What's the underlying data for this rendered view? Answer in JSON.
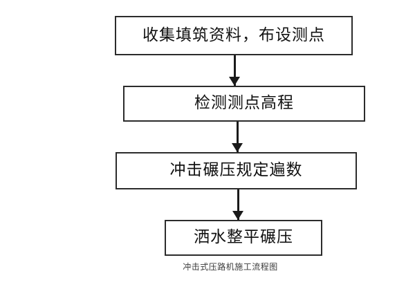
{
  "diagram": {
    "caption": "冲击式压路机施工流程图",
    "orientation": "top-to-bottom",
    "background_color": "#ffffff",
    "node_border_color": "#2b2b2b",
    "arrow_color": "#1a1a1a",
    "nodes": [
      {
        "id": "node-1",
        "label": "收集填筑资料，布设测点",
        "shape": "rectangle",
        "step": 1
      },
      {
        "id": "node-2",
        "label": "检测测点高程",
        "shape": "rectangle",
        "step": 2
      },
      {
        "id": "node-3",
        "label": "冲击碾压规定遍数",
        "shape": "rectangle",
        "step": 3
      },
      {
        "id": "node-4",
        "label": "洒水整平碾压",
        "shape": "rectangle",
        "step": 4
      }
    ],
    "edges": [
      {
        "id": "arrow-1",
        "from": "node-1",
        "to": "node-2",
        "style": "solid",
        "arrowhead": "filled-triangle"
      },
      {
        "id": "arrow-2",
        "from": "node-2",
        "to": "node-3",
        "style": "solid",
        "arrowhead": "filled-triangle"
      },
      {
        "id": "arrow-3",
        "from": "node-3",
        "to": "node-4",
        "style": "solid",
        "arrowhead": "filled-triangle"
      }
    ]
  }
}
